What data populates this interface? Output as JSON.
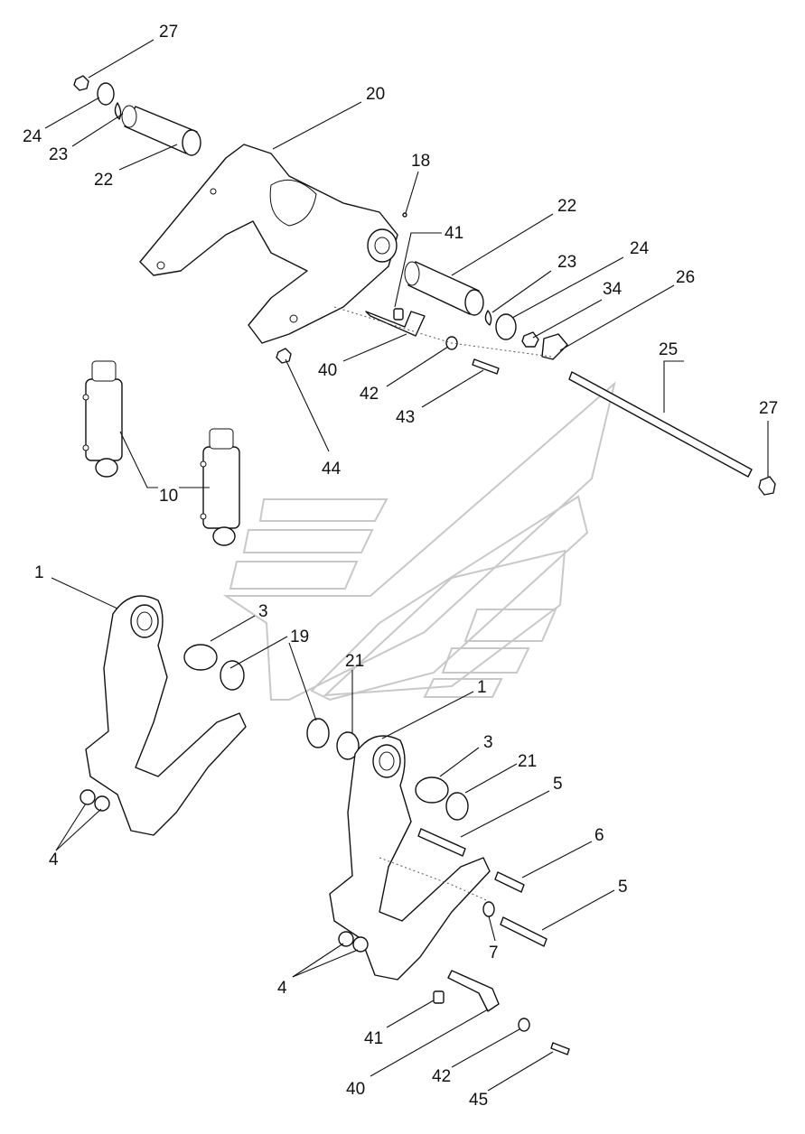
{
  "callouts": {
    "c27a": "27",
    "c24a": "24",
    "c23a": "23",
    "c22a": "22",
    "c20": "20",
    "c18": "18",
    "c22b": "22",
    "c41a": "41",
    "c23b": "23",
    "c24b": "24",
    "c34": "34",
    "c26": "26",
    "c25": "25",
    "c27b": "27",
    "c40a": "40",
    "c42a": "42",
    "c43": "43",
    "c44": "44",
    "c10": "10",
    "c1a": "1",
    "c3a": "3",
    "c19": "19",
    "c21a": "21",
    "c1b": "1",
    "c3b": "3",
    "c21b": "21",
    "c5a": "5",
    "c6": "6",
    "c5b": "5",
    "c7": "7",
    "c4a": "4",
    "c4b": "4",
    "c41b": "41",
    "c40b": "40",
    "c42b": "42",
    "c45": "45"
  }
}
